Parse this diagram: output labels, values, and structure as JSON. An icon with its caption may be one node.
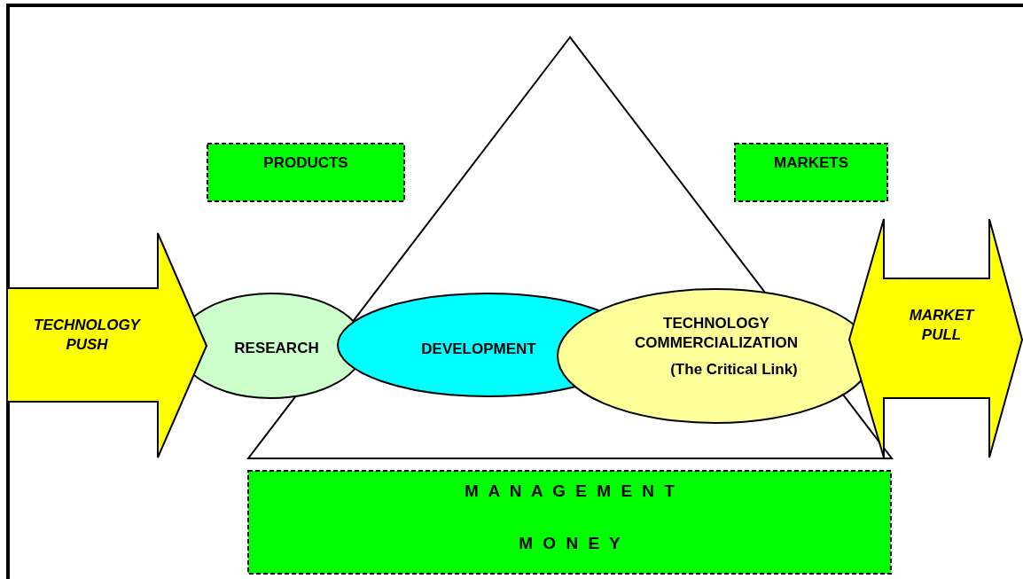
{
  "diagram": {
    "nodes": [
      {
        "text": [
          "PRODUCTS"
        ]
      },
      {
        "text": [
          "MARKETS"
        ]
      },
      {
        "text": [
          "TECHNOLOGY PUSH"
        ]
      },
      {
        "text": [
          "RESEARCH"
        ]
      },
      {
        "text": [
          "DEVELOPMENT"
        ]
      },
      {
        "text": [
          "TECHNOLOGY COMMERCIALIZATION",
          "(The Critical Link)"
        ]
      },
      {
        "text": [
          "MARKET PULL"
        ]
      },
      {
        "text": [
          "M A N A G E M E N T",
          "M O N E Y"
        ]
      }
    ],
    "edges": []
  }
}
